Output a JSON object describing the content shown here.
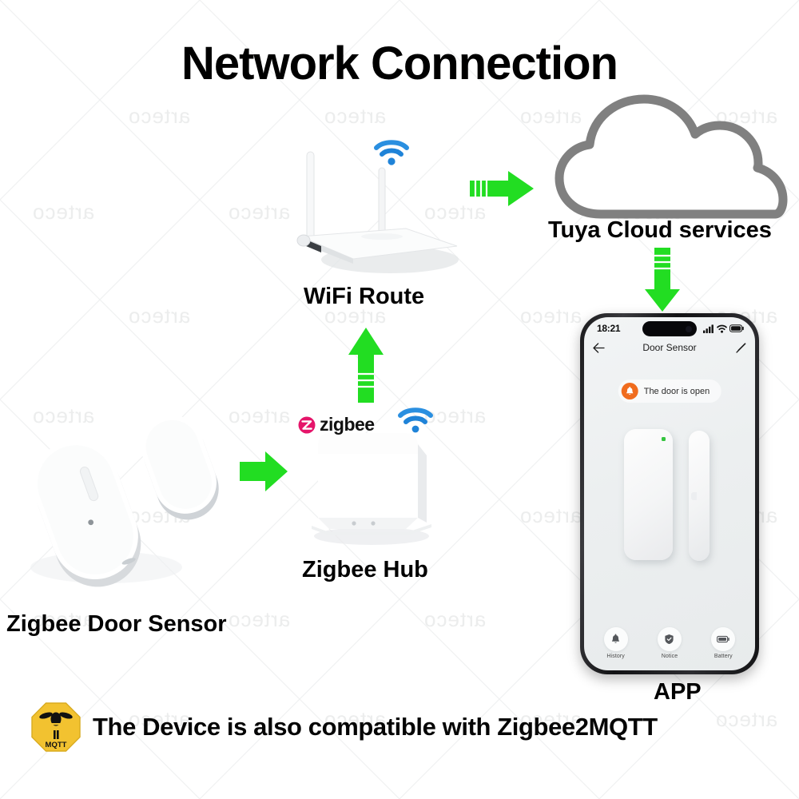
{
  "page": {
    "title": "Network Connection",
    "watermark_text": "arteco",
    "background_color": "#ffffff"
  },
  "colors": {
    "arrow_green": "#22dd22",
    "cloud_gray": "#808080",
    "wifi_blue": "#1d7fd6",
    "zigbee_pink": "#e5156a",
    "alert_orange": "#f06c1e",
    "led_green": "#35c43f",
    "mqtt_yellow": "#f2c230"
  },
  "diagram": {
    "nodes": [
      {
        "id": "sensor",
        "label": "Zigbee Door Sensor"
      },
      {
        "id": "hub",
        "label": "Zigbee Hub",
        "badge": "zigbee",
        "badge_text": "zigbee"
      },
      {
        "id": "router",
        "label": "WiFi Route"
      },
      {
        "id": "cloud",
        "label": "Tuya Cloud services"
      },
      {
        "id": "app",
        "label": "APP"
      }
    ],
    "arrows": [
      {
        "id": "sensor-to-hub",
        "direction": "right",
        "from": "sensor",
        "to": "hub"
      },
      {
        "id": "hub-to-router",
        "direction": "up",
        "from": "hub",
        "to": "router"
      },
      {
        "id": "router-to-cloud",
        "direction": "right",
        "from": "router",
        "to": "cloud"
      },
      {
        "id": "cloud-to-app",
        "direction": "down",
        "from": "cloud",
        "to": "app"
      }
    ]
  },
  "phone": {
    "status_bar": {
      "time": "18:21",
      "signal_icon": "cellular-signal-icon",
      "wifi_icon": "wifi-icon",
      "battery_icon": "battery-icon"
    },
    "nav": {
      "back_icon": "back-arrow-icon",
      "title": "Door Sensor",
      "edit_icon": "edit-pencil-icon"
    },
    "status_pill": {
      "icon": "bell-icon",
      "text": "The door is open"
    },
    "device": {
      "led_state": "on"
    },
    "tabs": [
      {
        "label": "History",
        "icon": "bell-icon"
      },
      {
        "label": "Notice",
        "icon": "shield-check-icon"
      },
      {
        "label": "Battery",
        "icon": "battery-icon"
      }
    ]
  },
  "footer": {
    "badge_icon": "mqtt-bee-icon",
    "badge_label": "MQTT",
    "text": "The Device is also compatible with Zigbee2MQTT"
  }
}
